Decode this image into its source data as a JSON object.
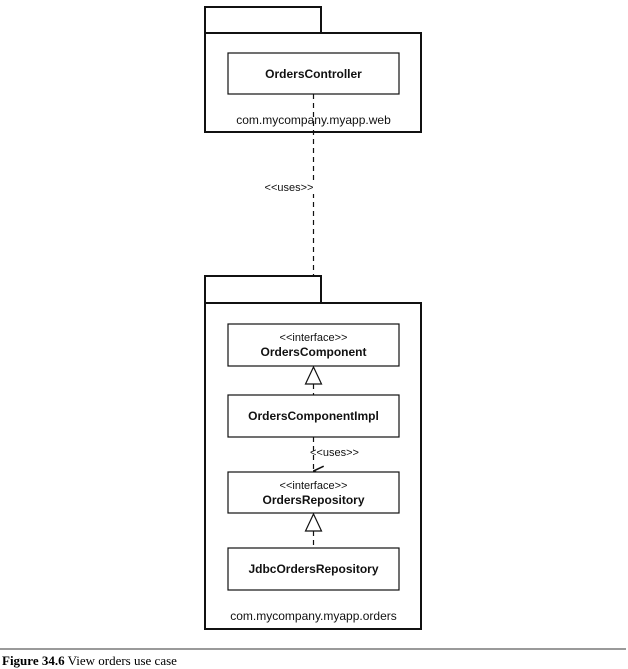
{
  "web_package": {
    "component": "OrdersController",
    "package_name": "com.mycompany.myapp.web"
  },
  "uses_label_top": "<<uses>>",
  "orders_package": {
    "interface_stereotype": "<<interface>>",
    "orders_component": "OrdersComponent",
    "orders_component_impl": "OrdersComponentImpl",
    "uses_label": "<<uses>>",
    "repo_stereotype": "<<interface>>",
    "orders_repository": "OrdersRepository",
    "jdbc_orders_repository": "JdbcOrdersRepository",
    "package_name": "com.mycompany.myapp.orders"
  },
  "caption": {
    "figure": "Figure 34.6",
    "text": " View orders use case"
  }
}
